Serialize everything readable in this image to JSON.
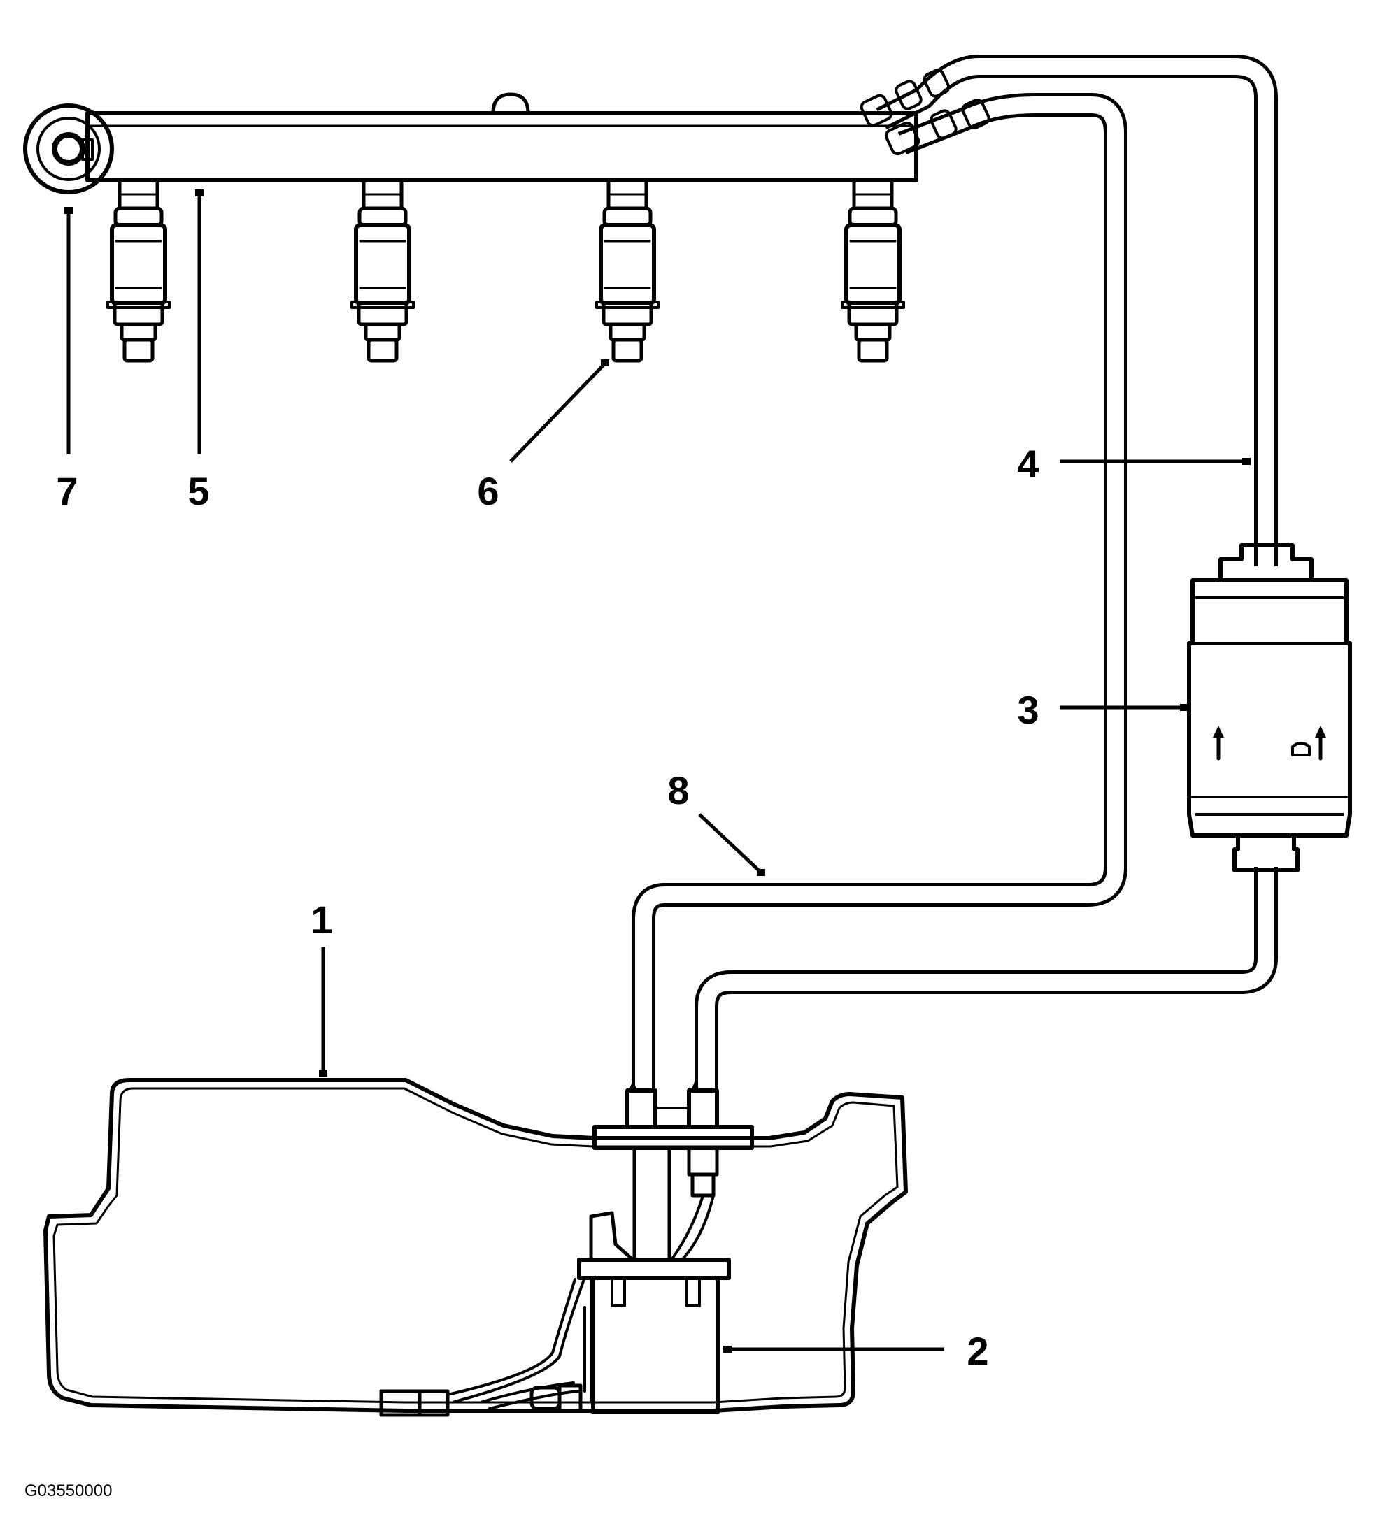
{
  "diagram": {
    "callouts": [
      {
        "id": "1",
        "label": "1"
      },
      {
        "id": "2",
        "label": "2"
      },
      {
        "id": "3",
        "label": "3"
      },
      {
        "id": "4",
        "label": "4"
      },
      {
        "id": "5",
        "label": "5"
      },
      {
        "id": "6",
        "label": "6"
      },
      {
        "id": "7",
        "label": "7"
      },
      {
        "id": "8",
        "label": "8"
      }
    ],
    "figure_id": "G03550000"
  },
  "colors": {
    "line": "#000000",
    "background": "#ffffff"
  }
}
